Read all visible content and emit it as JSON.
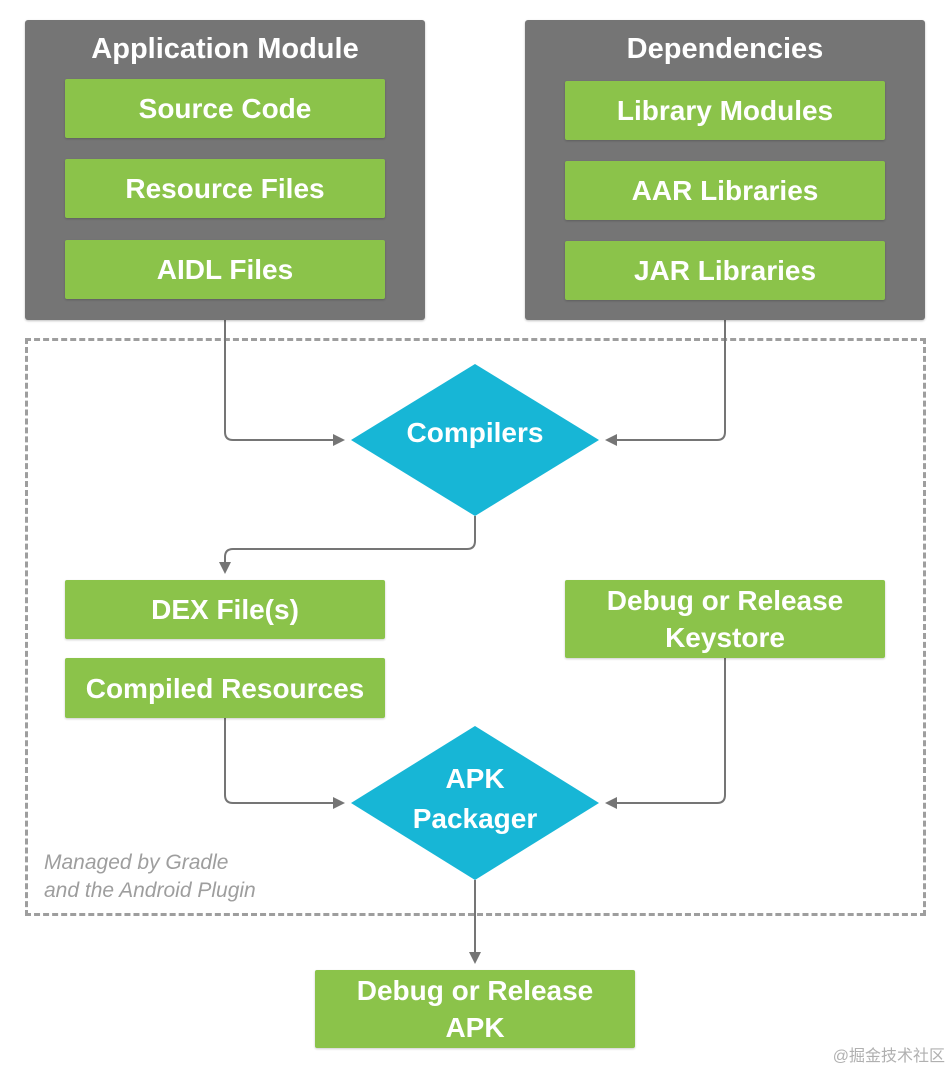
{
  "app_module": {
    "title": "Application Module",
    "items": [
      "Source Code",
      "Resource Files",
      "AIDL Files"
    ]
  },
  "dependencies": {
    "title": "Dependencies",
    "items": [
      "Library Modules",
      "AAR Libraries",
      "JAR Libraries"
    ]
  },
  "compilers_label": "Compilers",
  "outputs": {
    "dex": "DEX File(s)",
    "compiled_resources": "Compiled Resources",
    "keystore_line1": "Debug or Release",
    "keystore_line2": "Keystore"
  },
  "apk_packager_line1": "APK",
  "apk_packager_line2": "Packager",
  "managed_note_line1": "Managed by Gradle",
  "managed_note_line2": "and the Android Plugin",
  "final_apk_line1": "Debug or Release",
  "final_apk_line2": "APK",
  "watermark": "@掘金技术社区",
  "colors": {
    "panel": "#757575",
    "box_green": "#8bc34a",
    "diamond_cyan": "#17b6d6",
    "connector": "#757575",
    "dashed_border": "#9e9e9e"
  }
}
